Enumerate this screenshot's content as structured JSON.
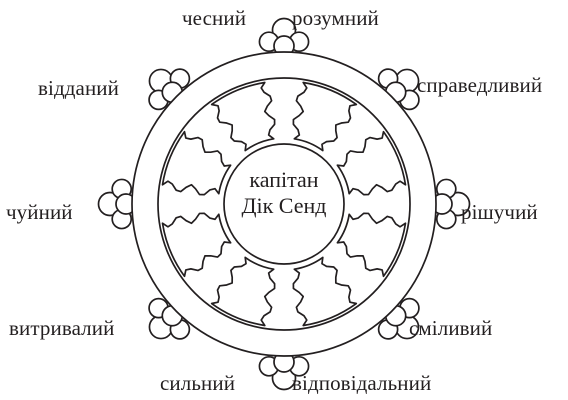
{
  "center": {
    "role": "капітан",
    "name": "Дік Сенд"
  },
  "traits": {
    "honest": "чесний",
    "smart": "розумний",
    "fair": "справедливий",
    "decisive": "рішучий",
    "brave": "сміливий",
    "responsible": "відповідальний",
    "strong": "сильний",
    "enduring": "витривалий",
    "kind": "чуйний",
    "devoted": "відданий"
  },
  "colors": {
    "ink": "#231f20",
    "background": "#ffffff"
  }
}
